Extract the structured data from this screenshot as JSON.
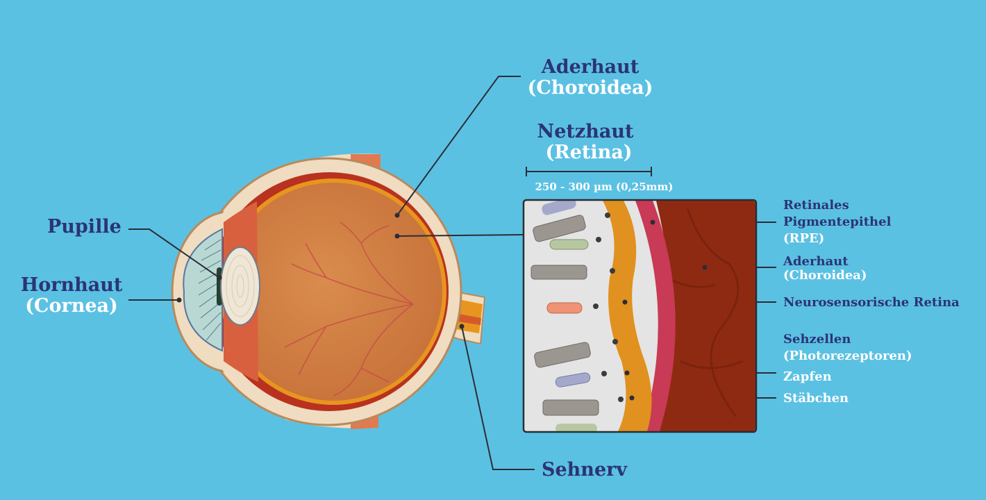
{
  "colors": {
    "background": "#5bc1e3",
    "navy_text": "#2b3475",
    "white_text": "#ffffff",
    "leader_line": "#2a2e35"
  },
  "labels": {
    "choroid_top": {
      "line1": "Aderhaut",
      "line2": "(Choroidea)"
    },
    "retina_top": {
      "line1": "Netzhaut",
      "line2": "(Retina)"
    },
    "thickness": "250 - 300 µm (0,25mm)",
    "pupil": "Pupille",
    "cornea": {
      "line1": "Hornhaut",
      "line2": "(Cornea)"
    },
    "optic_nerve": "Sehnerv",
    "rpe": {
      "line1": "Retinales",
      "line2": "Pigmentepithel",
      "line3": "(RPE)"
    },
    "choroid_right": {
      "line1": "Aderhaut",
      "line2": "(Choroidea)"
    },
    "neurosensory": "Neurosensorische Retina",
    "photoreceptors": {
      "line1": "Sehzellen",
      "line2": "(Photorezeptoren)"
    },
    "cones": "Zapfen",
    "rods": "Stäbchen"
  }
}
